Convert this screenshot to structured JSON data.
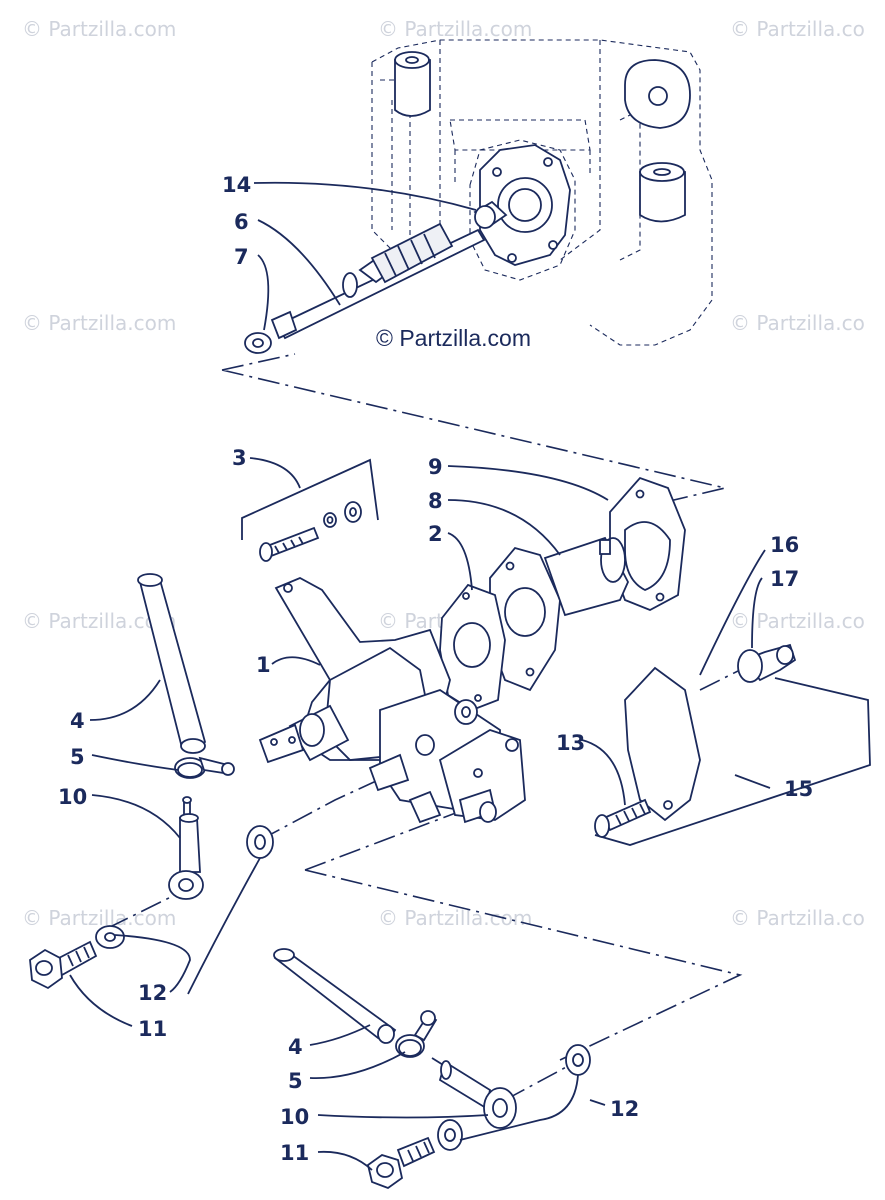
{
  "watermarks": [
    "© Partzilla.com",
    "© Partzilla.com",
    "© Partzilla.co",
    "© Partzilla.com",
    "© Partzilla.co",
    "© Partzilla.com",
    "© Partzilla.com",
    "© Partzilla.co",
    "© Partzilla.com",
    "© Partzilla.com",
    "© Partzilla.co"
  ],
  "copyright": "© Partzilla.com",
  "callouts": {
    "c14": "14",
    "c6": "6",
    "c7": "7",
    "c3": "3",
    "c9": "9",
    "c8": "8",
    "c2": "2",
    "c16": "16",
    "c17": "17",
    "c1": "1",
    "c4a": "4",
    "c5a": "5",
    "c13": "13",
    "c15": "15",
    "c10a": "10",
    "c12a": "12",
    "c11a": "11",
    "c4b": "4",
    "c5b": "5",
    "c10b": "10",
    "c12b": "12",
    "c11b": "11"
  },
  "colors": {
    "ink": "#1b2a5c",
    "watermark": "#cfd3dc"
  }
}
